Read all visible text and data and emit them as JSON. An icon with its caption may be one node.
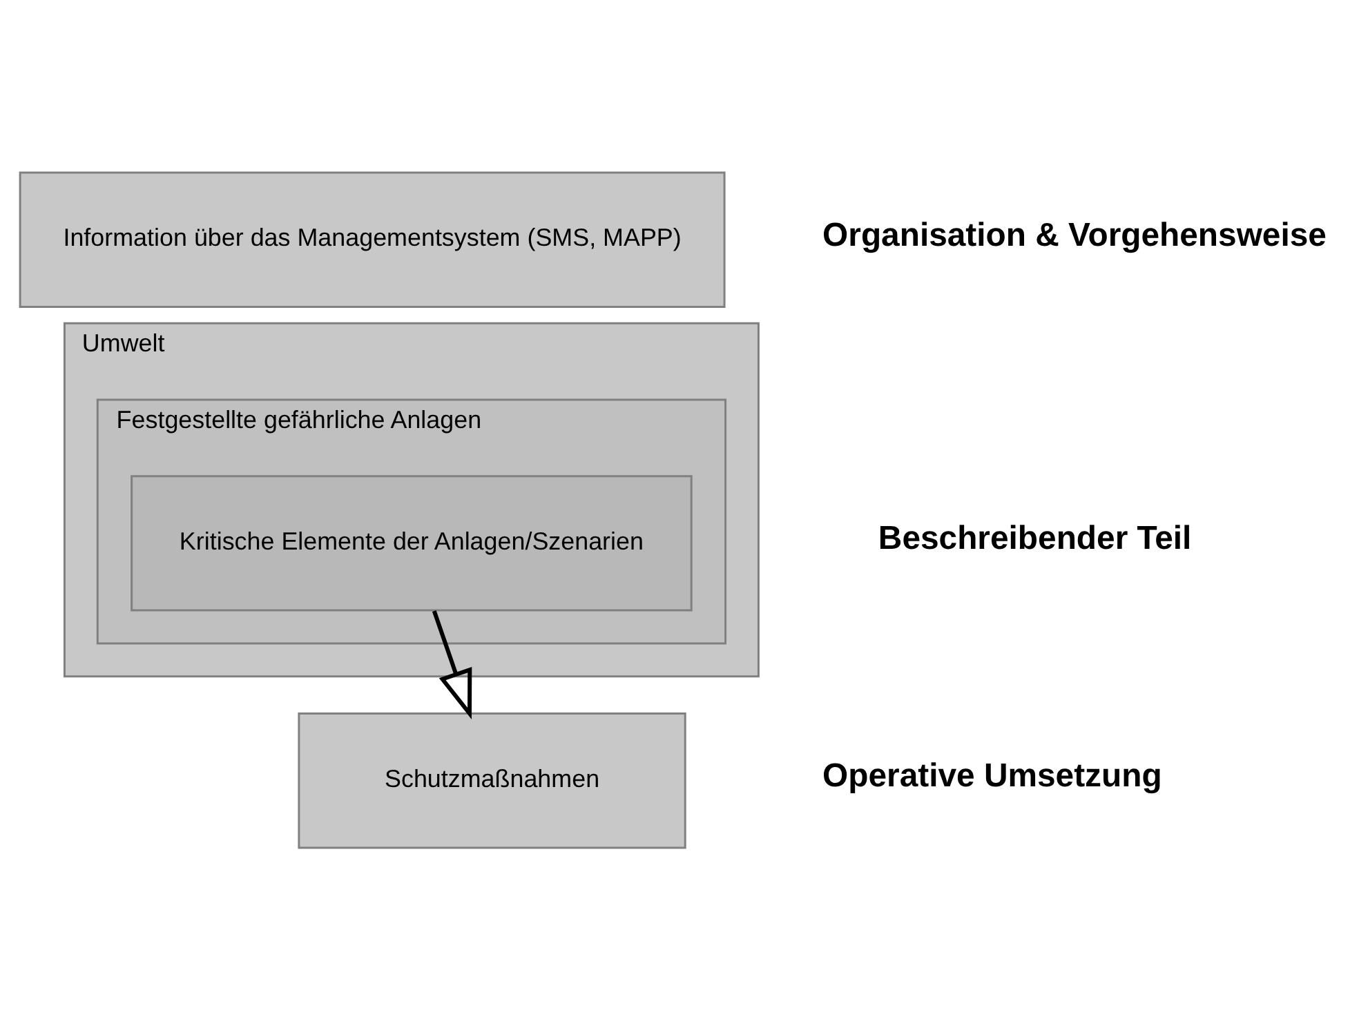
{
  "diagram": {
    "nodes": [
      {
        "text": [
          "Information über das Managementsystem (SMS, MAPP)"
        ]
      },
      {
        "text": [
          "Umwelt"
        ]
      },
      {
        "text": [
          "Festgestellte gefährliche Anlagen"
        ],
        "in": 1
      },
      {
        "text": [
          "Kritische Elemente der Anlagen/Szenarien"
        ],
        "in": 2
      },
      {
        "text": [
          "Schutzmaßnahmen"
        ]
      }
    ],
    "edges": [
      {
        "from": 3,
        "to": 4,
        "arrow": "to"
      }
    ],
    "labels": [
      "Organisation & Vorgehensweise",
      "Beschreibender Teil",
      "Operative Umsetzung"
    ]
  }
}
